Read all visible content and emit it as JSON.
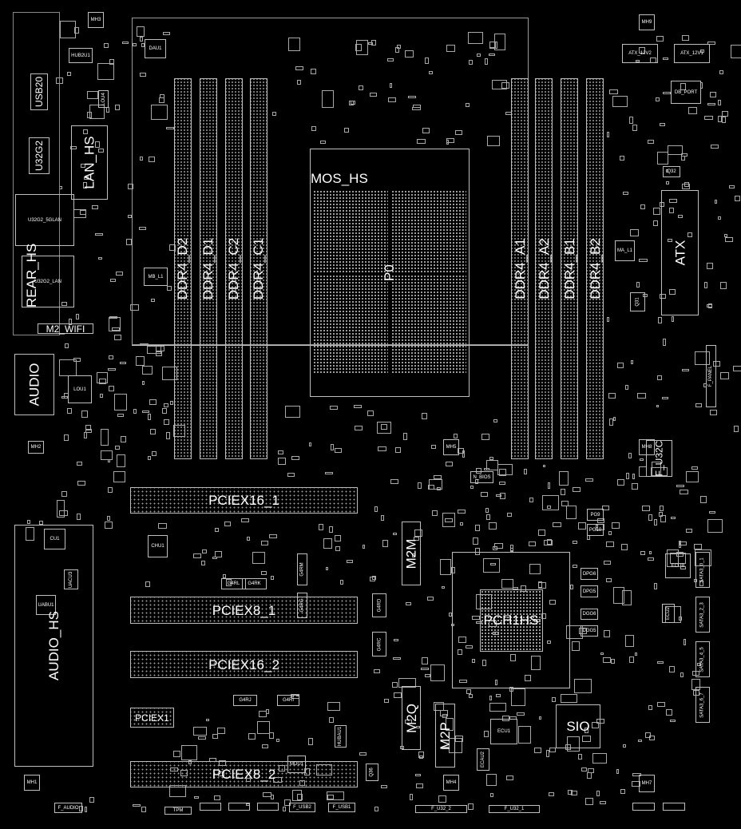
{
  "labels": {
    "mos_hs": "MOS_HS",
    "p0": "P0",
    "ddr4_d2": "DDR4_D2",
    "ddr4_d1": "DDR4_D1",
    "ddr4_c2": "DDR4_C2",
    "ddr4_c1": "DDR4_C1",
    "ddr4_a1": "DDR4_A1",
    "ddr4_a2": "DDR4_A2",
    "ddr4_b1": "DDR4_B1",
    "ddr4_b2": "DDR4_B2",
    "atx": "ATX",
    "atx_12v2": "ATX_12V2",
    "atx_12v1": "ATX_12V1",
    "db_port": "DB_PORT",
    "mh9": "MH9",
    "mh3": "MH3",
    "dau1": "DAU1",
    "hub2u1": "HUB2U1",
    "lou4": "LOU4",
    "usb20": "USB20",
    "u32g2": "U32G2",
    "lan_hs": "LAN_HS",
    "rear_hs": "REAR_HS",
    "u32g2_5glan": "U32G2_5GLAN",
    "u32g2_lan": "U32G2_LAN",
    "m2_wifi": "M2_WIFI",
    "audio": "AUDIO",
    "mh2": "MH2",
    "lou1": "LOU1",
    "mb_l1": "MB_L1",
    "ma_l1": "MA_L1",
    "q31": "Q31",
    "q32": "Q32",
    "f_panel": "F_PANEL",
    "f_u32c": "F_U32C",
    "mh8": "MH8",
    "mh5": "MH5",
    "n_bios": "N_BIOS",
    "pciex16_1": "PCIEX16_1",
    "pciex8_1": "PCIEX8_1",
    "pciex16_2": "PCIEX16_2",
    "pciex1": "PCIEX1",
    "pciex8_2": "PCIEX8_2",
    "audio_hs": "AUDIO_HS",
    "cu1": "CU1",
    "chu1": "CHU1",
    "g4rl": "G4RL",
    "g4rk": "G4RK",
    "g4rm": "G4RM",
    "g4rg": "G4RG",
    "g4rd": "G4RD",
    "g4rc": "G4RC",
    "g4rj": "G4RJ",
    "g4ri": "G4RI",
    "m2m": "M2M",
    "m2q": "M2Q",
    "m2p": "M2P",
    "q36": "Q36",
    "pch1hs": "PCH1HS",
    "pg9": "PG9",
    "pg10": "PG10",
    "dpg6": "DPG6",
    "dpg5": "DPG5",
    "dgg6": "DGG6",
    "dgg5": "DGG5",
    "ecub": "ECUB",
    "ecu2": "ECU2",
    "sata3_0_1": "SATA3_0_1",
    "sata3_2_3": "SATA3_2_3",
    "sata3_4_5": "SATA3_4_5",
    "sata3_6_7": "SATA3_6_7",
    "sio": "SIO",
    "ecu1": "ECU1",
    "ecau2": "ECAU2",
    "hubau1": "HUBAU1",
    "mdu1": "MDU1",
    "uacu3": "UACU3",
    "uabu1": "UABU1",
    "mh7": "MH7",
    "mh4": "MH4",
    "mh1": "MH1",
    "f_audio": "F_AUDIO",
    "tpm": "TPM",
    "f_usb2": "F_USB2",
    "f_usb1": "F_USB1",
    "f_u32_2": "F_U32_2",
    "f_u32_1": "F_U32_1"
  },
  "colors": {
    "background": "#000000",
    "outline": "#bdbdbd",
    "text": "#ffffff"
  }
}
